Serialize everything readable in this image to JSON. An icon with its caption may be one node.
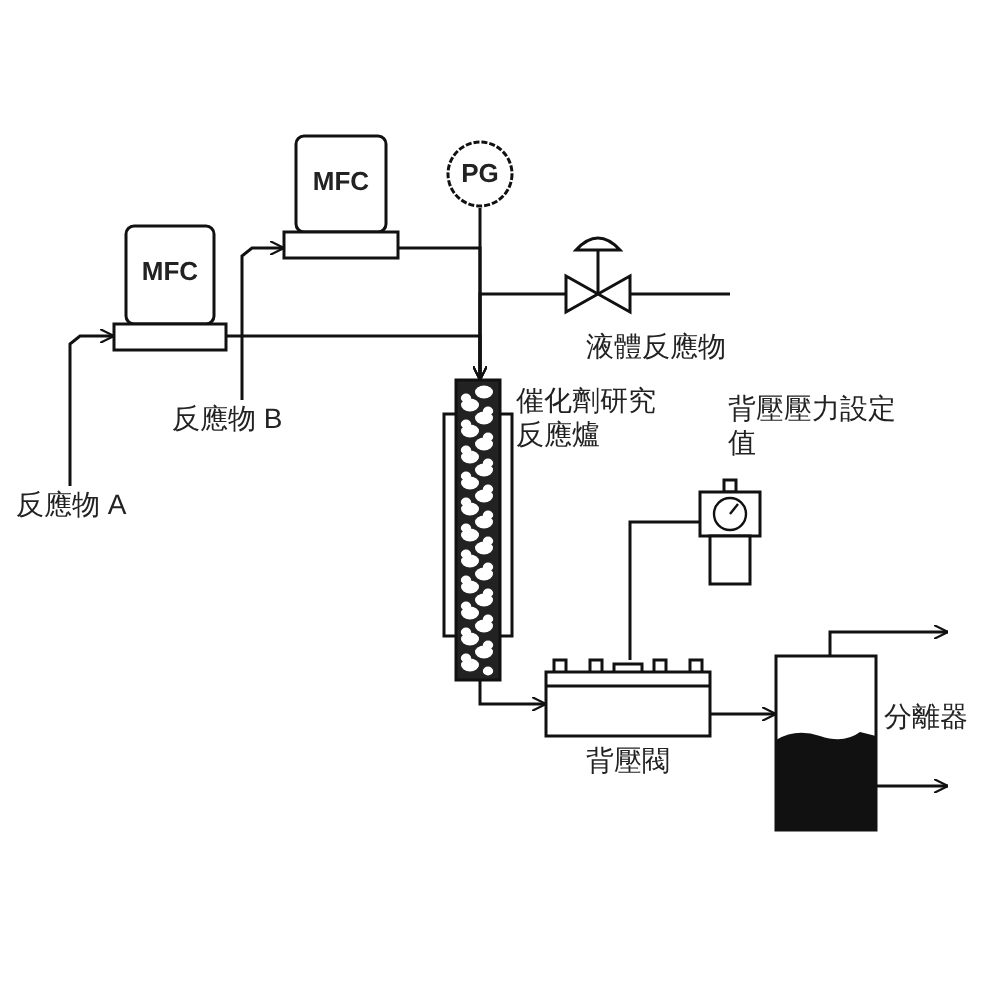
{
  "diagram": {
    "nodes": [
      {
        "text": [
          "MFC"
        ]
      },
      {
        "text": [
          "PG"
        ]
      },
      {
        "text": [
          "MFC"
        ]
      },
      {
        "text": [],
        "shape": "valve",
        "beside": [
          "液體反應物"
        ]
      },
      {
        "text": [
          "催化劑研究反應爐"
        ]
      },
      {
        "text": [
          "反應物 B"
        ]
      },
      {
        "text": [
          "反應物 A"
        ]
      },
      {
        "text": [
          "背壓壓力設定值"
        ]
      },
      {
        "text": [
          "背壓閥"
        ]
      },
      {
        "text": [
          "分離器"
        ]
      }
    ],
    "edges": [
      {
        "from": 6,
        "to": 2,
        "arrow": "to"
      },
      {
        "from": 5,
        "to": 0,
        "arrow": "to"
      },
      {
        "from": 2,
        "to": 4,
        "arrow": "to"
      },
      {
        "from": 0,
        "to": 4,
        "arrow": "to"
      },
      {
        "from": 1,
        "to": 4,
        "arrow": "none"
      },
      {
        "from": 3,
        "to": 4,
        "arrow": "to"
      },
      {
        "from": null,
        "to": 3,
        "arrow": "none"
      },
      {
        "from": 4,
        "to": 8,
        "arrow": "to"
      },
      {
        "from": 7,
        "to": 8,
        "arrow": "none"
      },
      {
        "from": 8,
        "to": 9,
        "arrow": "to"
      },
      {
        "from": 9,
        "to": null,
        "arrow": "to"
      },
      {
        "from": 9,
        "to": null,
        "arrow": "to"
      }
    ]
  }
}
